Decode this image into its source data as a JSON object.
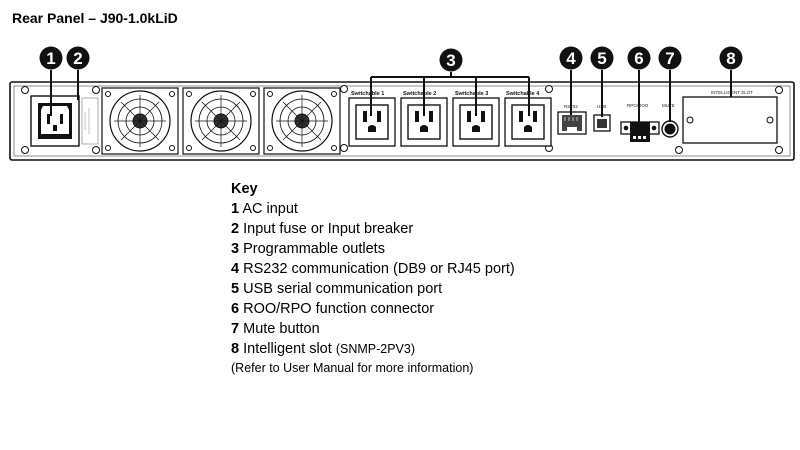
{
  "title": "Rear Panel – J90-1.0kLiD",
  "callouts": [
    "1",
    "2",
    "3",
    "4",
    "5",
    "6",
    "7",
    "8"
  ],
  "panel_labels": {
    "outlets": [
      "Switchable 1",
      "Switchable 2",
      "Switchable 3",
      "Switchable 4"
    ],
    "rs232": "RS232",
    "usb": "USB",
    "rporoo": "RPO/ROO",
    "mute": "MUTE",
    "intelligent_slot": "INTELLIGENT SLOT"
  },
  "key": {
    "heading": "Key",
    "items": [
      {
        "num": "1",
        "text": "AC input"
      },
      {
        "num": "2",
        "text": "Input fuse or Input breaker"
      },
      {
        "num": "3",
        "text": "Programmable outlets"
      },
      {
        "num": "4",
        "text": "RS232 communication (DB9 or RJ45 port)"
      },
      {
        "num": "5",
        "text": "USB serial communication port"
      },
      {
        "num": "6",
        "text": "ROO/RPO function connector"
      },
      {
        "num": "7",
        "text": "Mute button"
      },
      {
        "num": "8",
        "text": "Intelligent slot",
        "extra": "(SNMP-2PV3)"
      }
    ],
    "note": "(Refer to User Manual for more information)"
  }
}
